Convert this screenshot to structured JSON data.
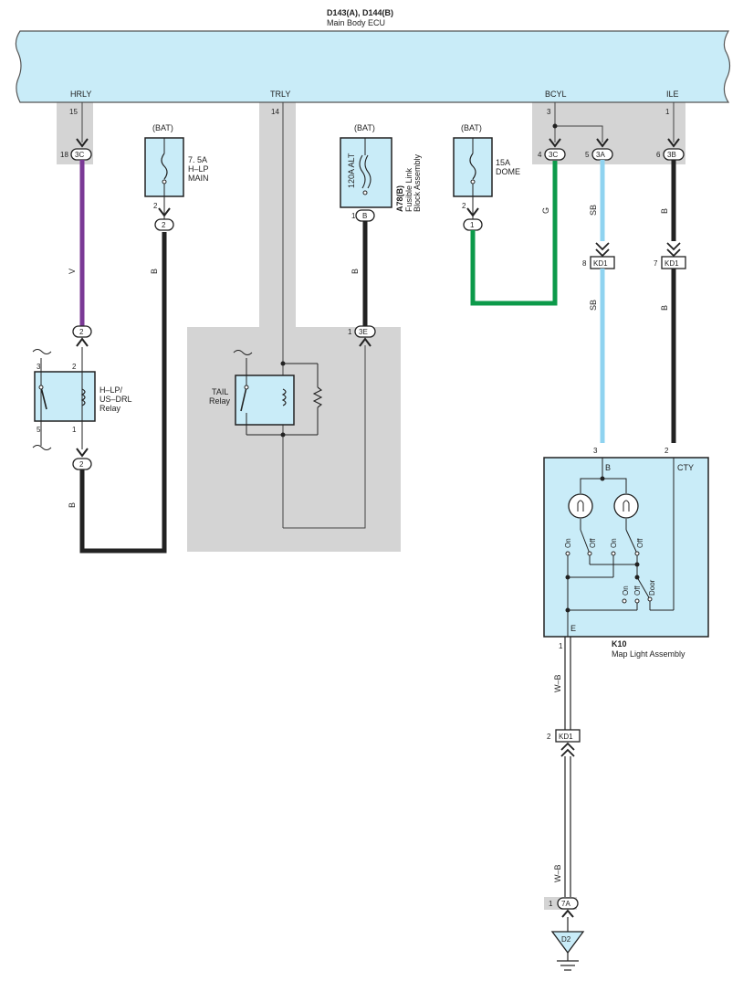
{
  "ecu": {
    "code": "D143(A), D144(B)",
    "name": "Main Body ECU",
    "terminals": {
      "hrly": "HRLY",
      "trly": "TRLY",
      "bcyl": "BCYL",
      "ile": "ILE"
    },
    "pins": {
      "hrly": "15",
      "trly": "14",
      "bcyl": "3",
      "ile": "1"
    }
  },
  "connectors": {
    "c18": {
      "pin": "18",
      "code": "3C"
    },
    "c4": {
      "pin": "4",
      "code": "3C"
    },
    "c5": {
      "pin": "5",
      "code": "3A"
    },
    "c6": {
      "pin": "6",
      "code": "3B"
    },
    "hlp_in": "2",
    "hlp_out": "2",
    "main_out": "2",
    "alt_out": "B",
    "dome_out": "1",
    "tail_in": {
      "pin": "1",
      "code": "3E"
    },
    "kd1_8": {
      "pin": "8",
      "code": "KD1"
    },
    "kd1_7": {
      "pin": "7",
      "code": "KD1"
    },
    "kd1_2": {
      "pin": "2",
      "code": "KD1"
    },
    "gnd": {
      "pin": "1",
      "code": "7A"
    }
  },
  "fuses": {
    "hlp_main": {
      "source": "(BAT)",
      "rating": "7. 5A",
      "name1": "H–LP",
      "name2": "MAIN",
      "pin": "2"
    },
    "alt": {
      "source": "(BAT)",
      "rating": "120A ALT",
      "pin": "1"
    },
    "dome": {
      "source": "(BAT)",
      "rating": "15A",
      "name": "DOME",
      "pin": "2"
    }
  },
  "fusible_block": {
    "code": "A78(B)",
    "name1": "Fusible Link",
    "name2": "Block Assembly"
  },
  "relays": {
    "hlp": {
      "name1": "H–LP/",
      "name2": "US–DRL",
      "name3": "Relay",
      "pins": {
        "p3": "3",
        "p2": "2",
        "p5": "5",
        "p1": "1"
      }
    },
    "tail": {
      "name1": "TAIL",
      "name2": "Relay"
    }
  },
  "wires": {
    "v": "V",
    "b1": "B",
    "b2": "B",
    "b3": "B",
    "b4": "B",
    "b5": "B",
    "g": "G",
    "sb1": "SB",
    "sb2": "SB",
    "wb1": "W–B",
    "wb2": "W–B"
  },
  "map_light": {
    "code": "K10",
    "name": "Map Light Assembly",
    "pin_b": "3",
    "pin_cty": "2",
    "pin_e": "1",
    "term_b": "B",
    "term_cty": "CTY",
    "term_e": "E",
    "sw_on1": "On",
    "sw_off1": "Off",
    "sw_on2": "On",
    "sw_off2": "Off",
    "door_on": "On",
    "door_off": "Off",
    "door": "Door"
  },
  "ground": "D2",
  "colors": {
    "ecu_fill": "#c9ecf8",
    "shade": "#d4d4d4",
    "wire_v": "#7b3a96",
    "wire_b": "#222222",
    "wire_g": "#0c9a4a",
    "wire_sb": "#8fd3f0"
  }
}
